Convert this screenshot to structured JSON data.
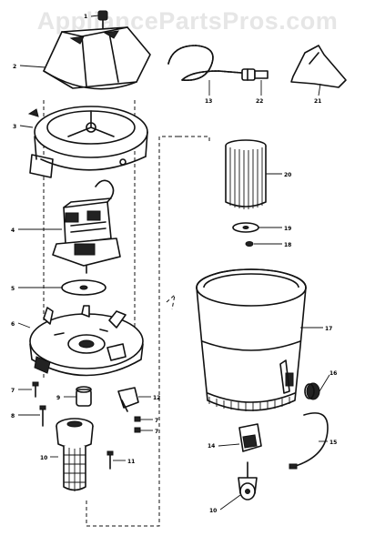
{
  "watermark": "AppliancePartsPros.com",
  "parts": [
    {
      "id": "1",
      "label": "1"
    },
    {
      "id": "2",
      "label": "2"
    },
    {
      "id": "3",
      "label": "3"
    },
    {
      "id": "4",
      "label": "4"
    },
    {
      "id": "5",
      "label": "5"
    },
    {
      "id": "6",
      "label": "6"
    },
    {
      "id": "7a",
      "label": "7"
    },
    {
      "id": "8",
      "label": "8"
    },
    {
      "id": "9",
      "label": "9"
    },
    {
      "id": "10",
      "label": "10"
    },
    {
      "id": "11",
      "label": "11"
    },
    {
      "id": "12",
      "label": "12"
    },
    {
      "id": "7b",
      "label": "7"
    },
    {
      "id": "7c",
      "label": "7"
    },
    {
      "id": "13",
      "label": "13"
    },
    {
      "id": "21",
      "label": "21"
    },
    {
      "id": "22",
      "label": "22"
    },
    {
      "id": "20",
      "label": "20"
    },
    {
      "id": "19",
      "label": "19"
    },
    {
      "id": "18",
      "label": "18"
    },
    {
      "id": "17",
      "label": "17"
    },
    {
      "id": "16",
      "label": "16"
    },
    {
      "id": "15",
      "label": "15"
    },
    {
      "id": "14",
      "label": "14"
    },
    {
      "id": "10b",
      "label": "10"
    }
  ]
}
